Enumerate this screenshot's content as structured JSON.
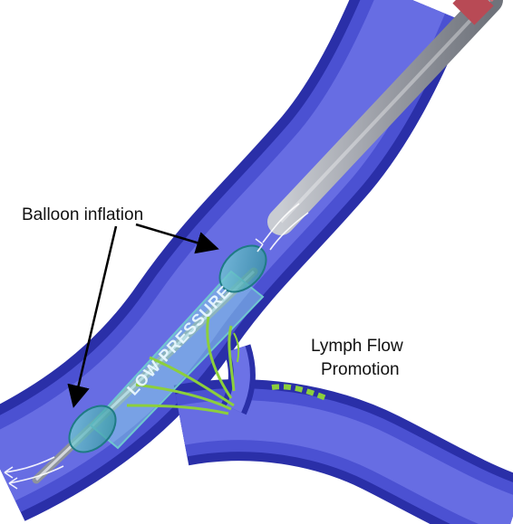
{
  "labels": {
    "balloon_inflation": "Balloon inflation",
    "lymph_flow_line1": "Lymph Flow",
    "lymph_flow_line2": "Promotion",
    "low_pressure": "LOW PRESSURE"
  },
  "colors": {
    "vein_wall": "#2a2fa8",
    "vein_lumen": "#6a70e6",
    "balloon": "#3aa7b0",
    "catheter": "#a9acb3",
    "catheter_tip": "#b84a55",
    "lymph_arrows": "#8ccf3c"
  },
  "icons": {
    "catheter": "catheter-icon",
    "balloon": "balloon-icon",
    "flow_arrow": "flow-arrow-icon"
  }
}
